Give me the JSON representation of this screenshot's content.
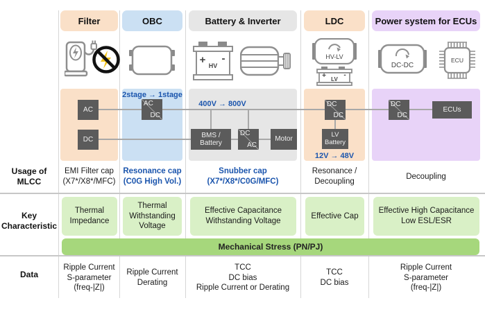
{
  "row_labels": {
    "usage": "Usage of\nMLCC",
    "key": "Key\nCharacteristic",
    "data": "Data"
  },
  "columns": [
    {
      "id": "filter",
      "header": "Filter",
      "usage": "EMI Filter cap\n(X7*/X8*/MFC)",
      "key": "Thermal\nImpedance",
      "data": "Ripple Current\nS-parameter\n(freq-|Z|)"
    },
    {
      "id": "obc",
      "header": "OBC",
      "note": "2stage → 1stage",
      "usage": "Resonance cap\n(C0G High Vol.)",
      "key": "Thermal\nWithstanding\nVoltage",
      "data": "Ripple Current\nDerating"
    },
    {
      "id": "battery-inverter",
      "header": "Battery & Inverter",
      "note": "400V → 800V",
      "usage": "Snubber cap\n(X7*/X8*/C0G/MFC)",
      "key": "Effective Capacitance\nWithstanding Voltage",
      "data": "TCC\nDC bias\nRipple Current or Derating"
    },
    {
      "id": "ldc",
      "header": "LDC",
      "note": "12V → 48V",
      "usage": "Resonance /\nDecoupling",
      "key": "Effective Cap",
      "data": "TCC\nDC bias"
    },
    {
      "id": "ecu",
      "header": "Power system for ECUs",
      "usage": "Decoupling",
      "key": "Effective High Capacitance\nLow ESL/ESR",
      "data": "Ripple Current\nS-parameter\n(freq-|Z|)"
    }
  ],
  "mechanical_stress": "Mechanical Stress (PN/PJ)",
  "flow_boxes": {
    "ac": "AC",
    "dc": "DC",
    "obc_acdc": {
      "top": "AC",
      "bottom": "DC"
    },
    "bms": "BMS /\nBattery",
    "inv_dcac": {
      "top": "DC",
      "bottom": "AC"
    },
    "motor": "Motor",
    "ldc_dcdc": {
      "top": "DC",
      "bottom": "DC"
    },
    "lv_battery": "LV\nBattery",
    "ecu_dcdc": {
      "top": "DC",
      "bottom": "DC"
    },
    "ecus": "ECUs"
  },
  "icon_labels": {
    "hv_battery": "HV",
    "hv_plus": "+",
    "hv_minus": "-",
    "ldc_module": "HV-LV",
    "lv_battery": "LV",
    "lv_plus": "+",
    "lv_minus": "-",
    "dcdc_module": "DC-DC",
    "ecu_chip": "ECU"
  },
  "colors": {
    "peach": "#FAE0C8",
    "blue_panel": "#CBE0F3",
    "gray_panel": "#E6E6E6",
    "purple_panel": "#E8D3F8",
    "green_light": "#D9F0C6",
    "green_bar": "#A6D77C",
    "box_dark": "#5B5B5B",
    "accent_blue": "#1B55AD",
    "line_gray": "#A8A8A8",
    "no_sign_yellow": "#F2C31B"
  }
}
